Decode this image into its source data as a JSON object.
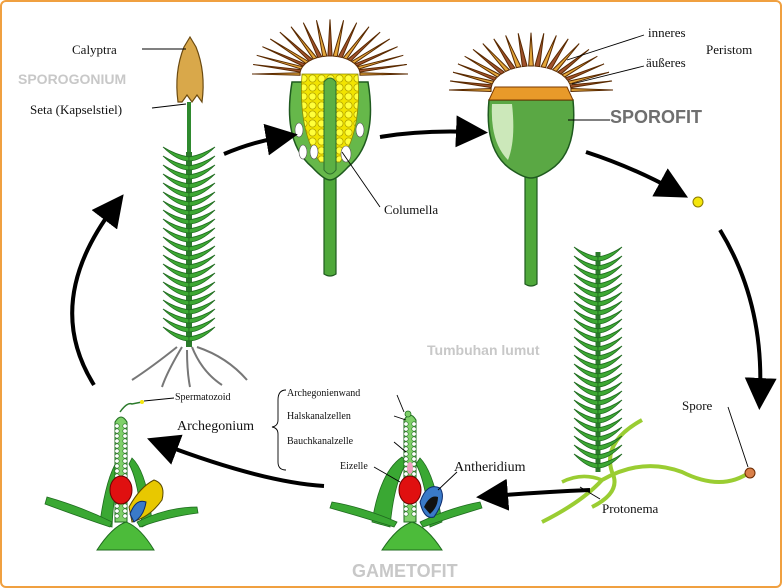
{
  "overlay_labels": {
    "sporogonium": "SPOROGONIUM",
    "sporofit": "SPOROFIT",
    "tumbuhan_lumut": "Tumbuhan lumut",
    "gametofit": "GAMETOFIT"
  },
  "labels": {
    "calyptra": "Calyptra",
    "seta": "Seta (Kapselstiel)",
    "columella": "Columella",
    "peristom_inner": "inneres",
    "peristom_outer": "äußeres",
    "peristom": "Peristom",
    "spore": "Spore",
    "protonema": "Protonema",
    "antheridium": "Antheridium",
    "archegonium": "Archegonium",
    "spermatozoid": "Spermatozoid",
    "archegonienwand": "Archegonienwand",
    "halskanalzellen": "Halskanalzellen",
    "bauchkanalzelle": "Bauchkanalzelle",
    "eizelle": "Eizelle"
  },
  "colors": {
    "frame": "#f0a040",
    "plant_green": "#3d9a33",
    "leaf_dark": "#1f6b1f",
    "capsule_yellow": "#f2e400",
    "capsule_orange": "#e07a20",
    "egg_red": "#e01010",
    "antheridium_blue": "#3a7ac8",
    "arrow": "#000000",
    "overlay_grey": "#c8c8c8",
    "sporofit_text": "#6f6f6f"
  }
}
